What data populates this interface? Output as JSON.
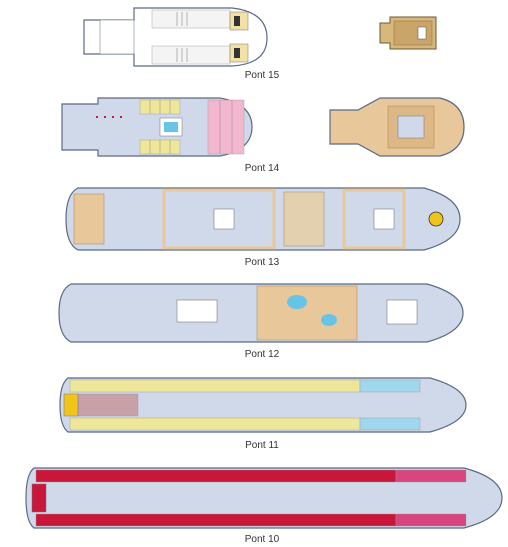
{
  "decks": [
    {
      "id": "15",
      "label": "Pont 15"
    },
    {
      "id": "14",
      "label": "Pont 14"
    },
    {
      "id": "13",
      "label": "Pont 13"
    },
    {
      "id": "12",
      "label": "Pont 12"
    },
    {
      "id": "11",
      "label": "Pont 11"
    },
    {
      "id": "10",
      "label": "Pont 10"
    }
  ],
  "colors": {
    "hull_blue": "#cfd9ea",
    "outline": "#5a6a85",
    "teak": "#e8c79a",
    "cabin_yellow": "#eee79a",
    "cabin_pink": "#f2b6cf",
    "cabin_red": "#c8173a",
    "cabin_magenta": "#d9457e",
    "cabin_cyan": "#9fd7ec",
    "pool": "#66c4e6"
  }
}
